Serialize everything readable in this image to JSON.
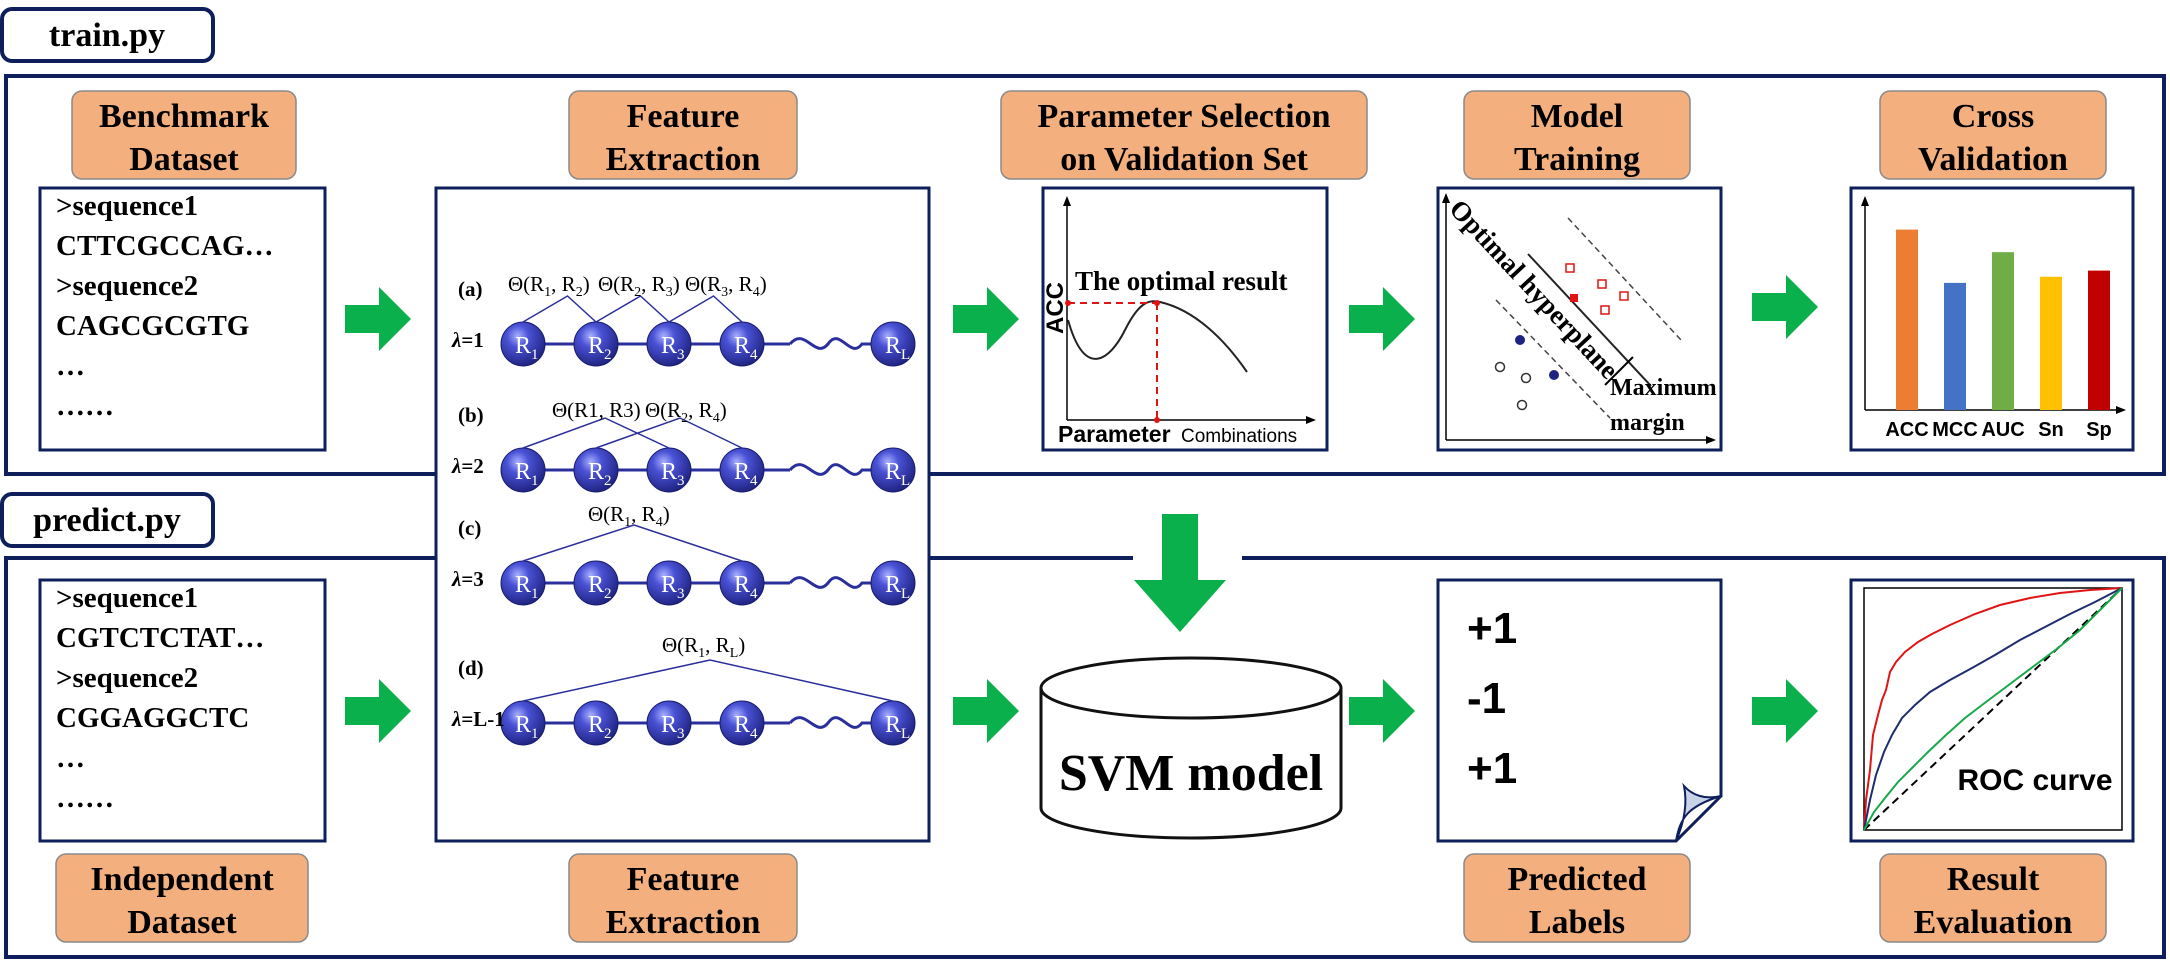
{
  "sections": {
    "train_label": "train.py",
    "predict_label": "predict.py"
  },
  "colors": {
    "frame": "#0e1f5c",
    "tag_fill": "#f3b07e",
    "arrow": "#0ab04c",
    "bead": "#2b2f9c",
    "bars": [
      "#ec7d31",
      "#4472c4",
      "#70ad47",
      "#ffc000",
      "#c00000"
    ]
  },
  "train": {
    "benchmark": {
      "label_l1": "Benchmark",
      "label_l2": "Dataset",
      "lines": [
        ">sequence1",
        "CTTCGCCAG…",
        ">sequence2",
        "CAGCGCGTG",
        "…",
        "……"
      ]
    },
    "feature_label_l1": "Feature",
    "feature_label_l2": "Extraction",
    "param": {
      "label_l1": "Parameter Selection",
      "label_l2": "on Validation Set",
      "ylabel": "ACC",
      "optimal": "The optimal result",
      "xlabel_bold": "Parameter",
      "xlabel_rest": "Combinations"
    },
    "model": {
      "label_l1": "Model",
      "label_l2": "Training",
      "hyperplane": "Optimal hyperplane",
      "margin_l1": "Maximum",
      "margin_l2": "margin"
    },
    "cv": {
      "label_l1": "Cross",
      "label_l2": "Validation"
    }
  },
  "feature": {
    "rows": [
      {
        "letter": "(a)",
        "lambda": "=1",
        "thetas": [
          "Θ(R",
          "Θ(R",
          "Θ(R"
        ]
      },
      {
        "letter": "(b)",
        "lambda": "=2",
        "theta_a": "Θ(R1, R3)",
        "theta_b": "Θ(R"
      },
      {
        "letter": "(c)",
        "lambda": "=3",
        "theta": "Θ(R"
      },
      {
        "letter": "(d)",
        "lambda": "=L-1",
        "theta": "Θ(R"
      }
    ]
  },
  "chart_data": {
    "type": "bar",
    "categories": [
      "ACC",
      "MCC",
      "AUC",
      "Sn",
      "Sp"
    ],
    "values": [
      0.88,
      0.62,
      0.77,
      0.65,
      0.68
    ],
    "ylim": [
      0,
      1
    ],
    "grid": false,
    "legend": "none"
  },
  "predict": {
    "independent": {
      "label_l1": "Independent",
      "label_l2": "Dataset",
      "lines": [
        ">sequence1",
        "CGTCTCTAT…",
        ">sequence2",
        "CGGAGGCTC",
        "…",
        "……"
      ]
    },
    "feature_label_l1": "Feature",
    "feature_label_l2": "Extraction",
    "svm": "SVM model",
    "predicted": {
      "label_l1": "Predicted",
      "label_l2": "Labels",
      "values": [
        "+1",
        "-1",
        "+1"
      ]
    },
    "result": {
      "label_l1": "Result",
      "label_l2": "Evaluation",
      "roc": "ROC curve"
    }
  }
}
